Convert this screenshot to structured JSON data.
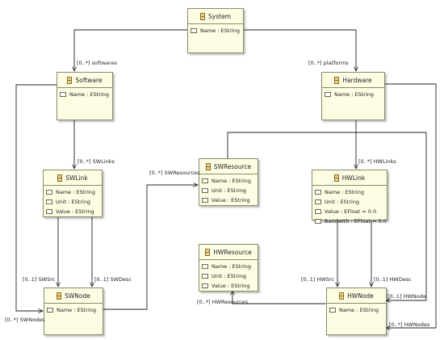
{
  "classes": {
    "system": {
      "name": "System",
      "attrs": [
        "Name : EString"
      ]
    },
    "software": {
      "name": "Software",
      "attrs": [
        "Name : EString"
      ]
    },
    "hardware": {
      "name": "Hardware",
      "attrs": [
        "Name : EString"
      ]
    },
    "swlink": {
      "name": "SWLink",
      "attrs": [
        "Name : EString",
        "Unit : EString",
        "Value : EString"
      ]
    },
    "swresource": {
      "name": "SWResource",
      "attrs": [
        "Name : EString",
        "Unit : EString",
        "Value : EString"
      ]
    },
    "hwlink": {
      "name": "HWLink",
      "attrs": [
        "Name : EString",
        "Unit : EString",
        "Value : EFloat = 0.0",
        "Bandwith : EFloat = 0.0"
      ]
    },
    "hwresource": {
      "name": "HWResource",
      "attrs": [
        "Name : EString",
        "Unit : EString",
        "Value : EString"
      ]
    },
    "swnode": {
      "name": "SWNode",
      "attrs": [
        "Name : EString"
      ]
    },
    "hwnode": {
      "name": "HWNode",
      "attrs": [
        "Name : EString"
      ]
    }
  },
  "labels": {
    "softwares": "[0..*] softwares",
    "platforms": "[0..*] platforms",
    "swlinks": "[0..*] SWLinks",
    "hwlinks": "[0..*] HWLinks",
    "swresources": "[0..*] SWResources",
    "swsrc": "[0..1] SWSrc",
    "swdesc": "[0..1] SWDesc",
    "hwsrc": "[0..1] HWSrc",
    "hwdesc": "[0..1] HWDesc",
    "hwnode": "[0..1] HWNode",
    "swnodes": "[0..*] SWNodes",
    "hwresources": "[0..*] HWResources",
    "hwnodes": "[0..*] HWNodes"
  },
  "colors": {
    "class_fill": "#fdfde3",
    "class_border": "#8a8a6a",
    "edge": "#222222"
  }
}
